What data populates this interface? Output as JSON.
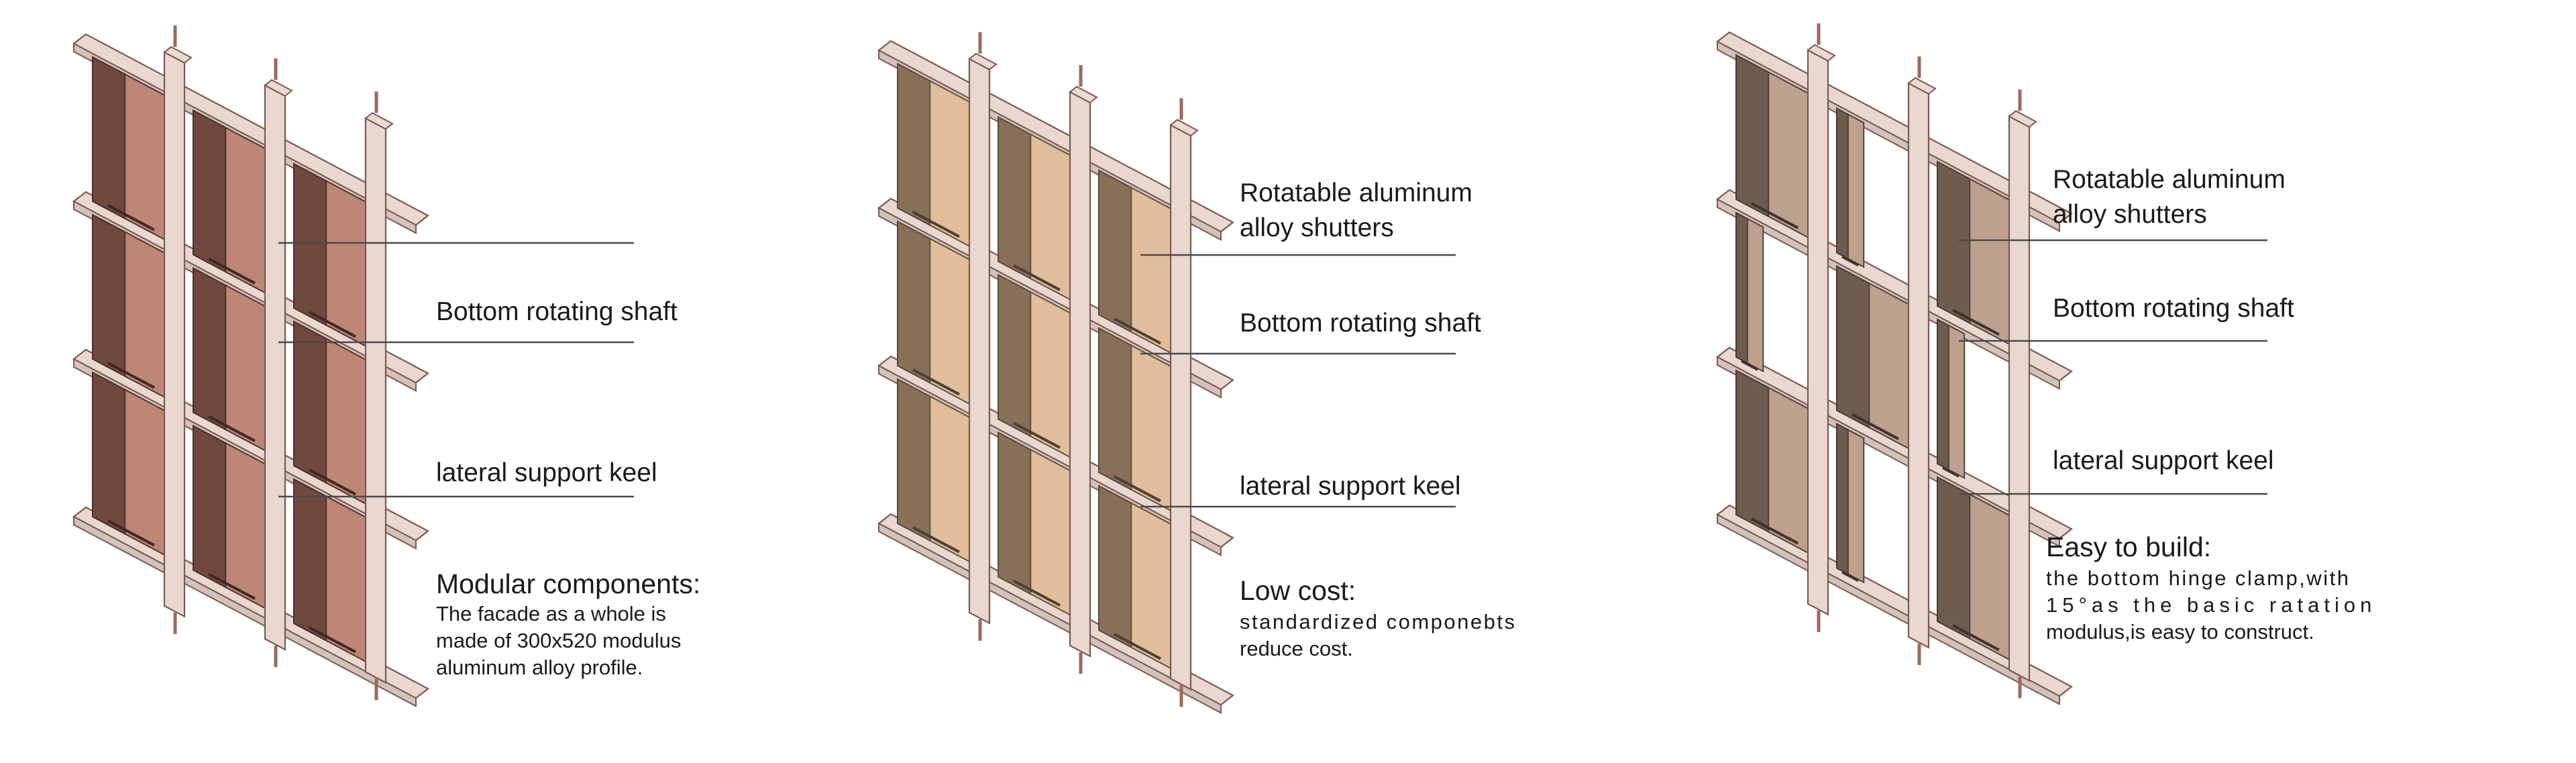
{
  "panels": [
    {
      "id": "panel-1",
      "shutter_color": "#b57564",
      "labels": [
        "",
        "Bottom rotating shaft",
        "lateral support keel"
      ],
      "note": {
        "title": "Modular components:",
        "lines": [
          "The facade as a whole is",
          "made of 300x520 modulus",
          "aluminum alloy profile."
        ]
      }
    },
    {
      "id": "panel-2",
      "shutter_color": "#dcb58e",
      "labels": [
        "Rotatable aluminum\nalloy shutters",
        "Bottom rotating shaft",
        "lateral support keel"
      ],
      "note": {
        "title": "Low cost:",
        "lines": [
          "standardized componebts",
          "reduce cost."
        ]
      }
    },
    {
      "id": "panel-3",
      "shutter_color": "#b4937f",
      "labels": [
        "Rotatable aluminum\nalloy shutters",
        "Bottom rotating shaft",
        "lateral support keel"
      ],
      "note": {
        "title": "Easy to build:",
        "lines": [
          "the bottom hinge clamp,with",
          "15°as the basic ratation",
          "modulus,is easy to construct."
        ]
      }
    }
  ],
  "colors": {
    "frame_fill": "#ead7d0",
    "frame_stroke": "#7a5a52",
    "leader_line": "#4a4a4a",
    "pin": "#9a6a5c"
  }
}
